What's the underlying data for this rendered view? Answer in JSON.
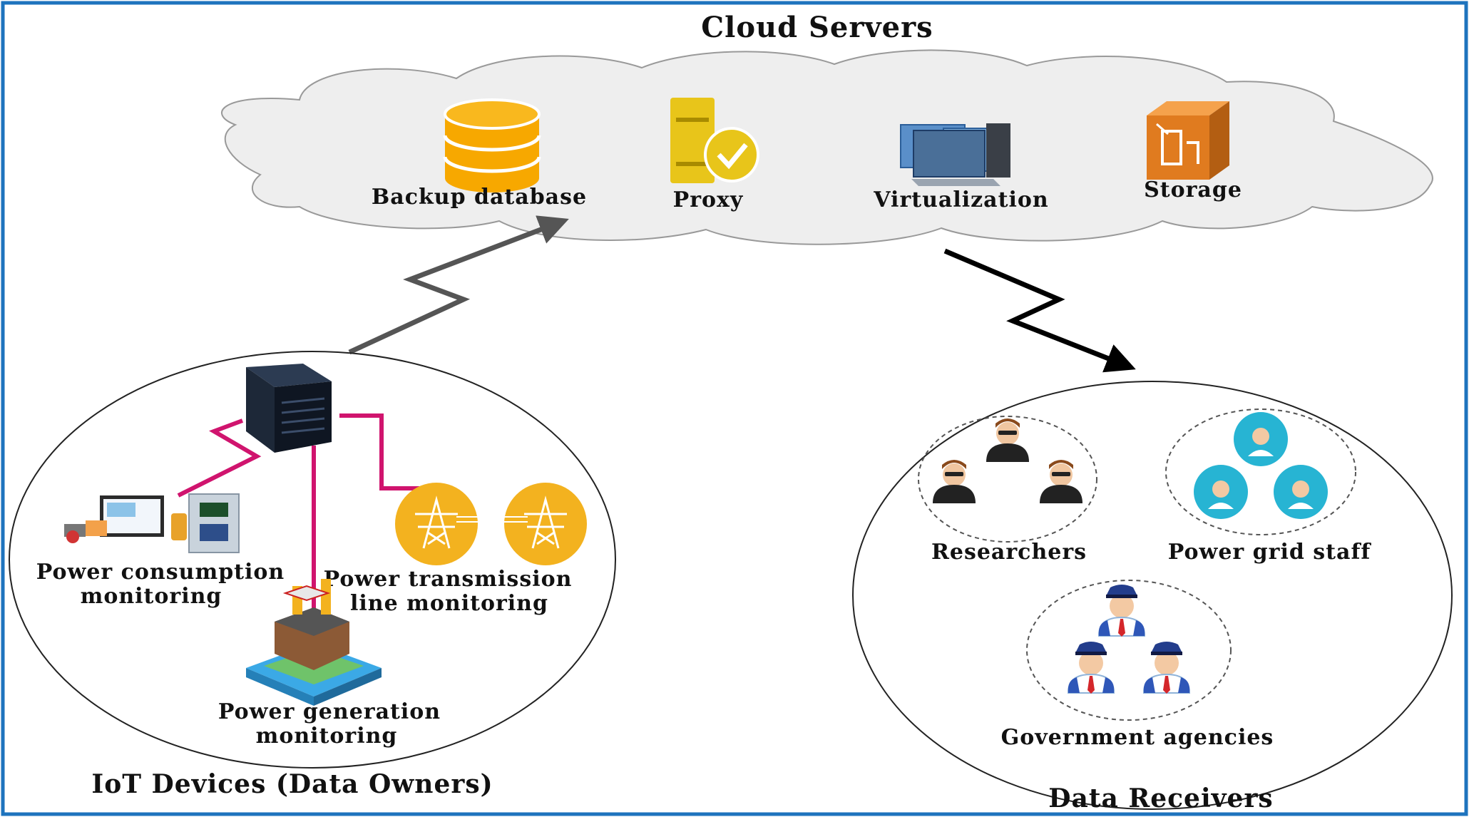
{
  "cloud": {
    "title": "Cloud Servers",
    "items": {
      "backup": "Backup database",
      "proxy": "Proxy",
      "virtualization": "Virtualization",
      "storage": "Storage"
    }
  },
  "owners": {
    "title": "IoT Devices (Data Owners)",
    "consumption": [
      "Power consumption",
      "monitoring"
    ],
    "transmission": [
      "Power transmission",
      "line monitoring"
    ],
    "generation": [
      "Power generation",
      "monitoring"
    ]
  },
  "receivers": {
    "title": "Data Receivers",
    "researchers": "Researchers",
    "staff": "Power grid staff",
    "government": "Government agencies"
  },
  "colors": {
    "frame": "#1e73be",
    "cloud_fill": "#eeeeee",
    "link": "#d0146e",
    "db": "#f7a800",
    "proxy": "#e8c51a",
    "storage": "#e07b1f",
    "tower": "#f2b01e",
    "staff_circle": "#27b4d3"
  }
}
